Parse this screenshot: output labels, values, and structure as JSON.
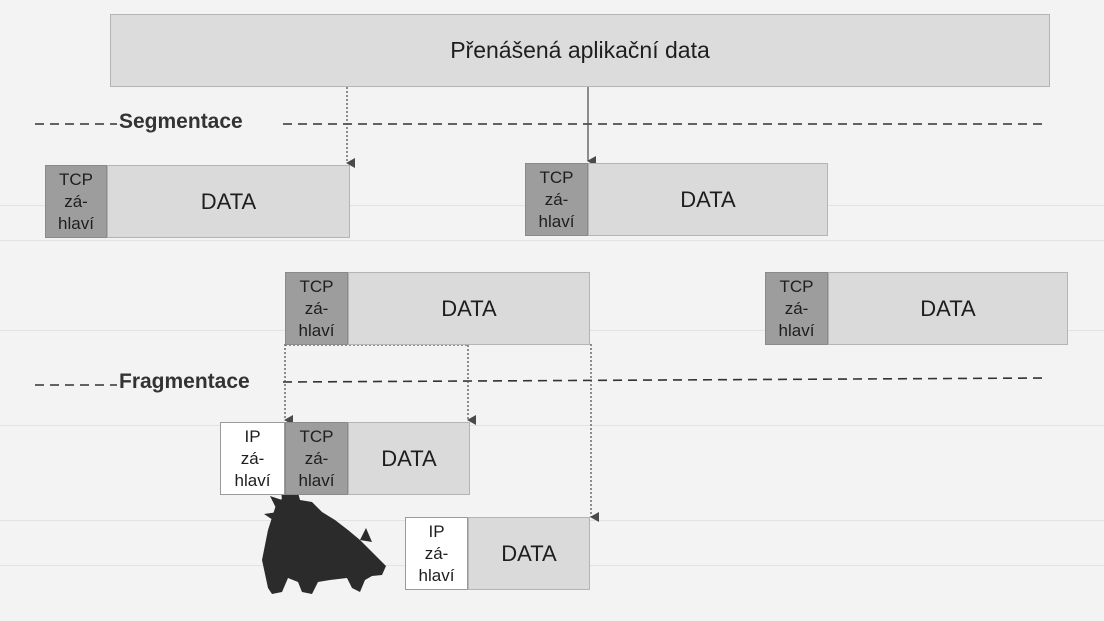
{
  "app_data": "Přenášená aplikační data",
  "sections": {
    "segmentation": "Segmentace",
    "fragmentation": "Fragmentace"
  },
  "tcp_header": [
    "TCP",
    "zá-",
    "hlaví"
  ],
  "ip_header": [
    "IP",
    "zá-",
    "hlaví"
  ],
  "data_label": "DATA",
  "colors": {
    "background": "#f3f3f3",
    "app_box": "#dcdcdc",
    "tcp_header": "#9d9d9d",
    "data_box": "#dadada",
    "ip_header": "#ffffff",
    "lines": "#555555"
  },
  "decoration": "terrier-dog-silhouette"
}
